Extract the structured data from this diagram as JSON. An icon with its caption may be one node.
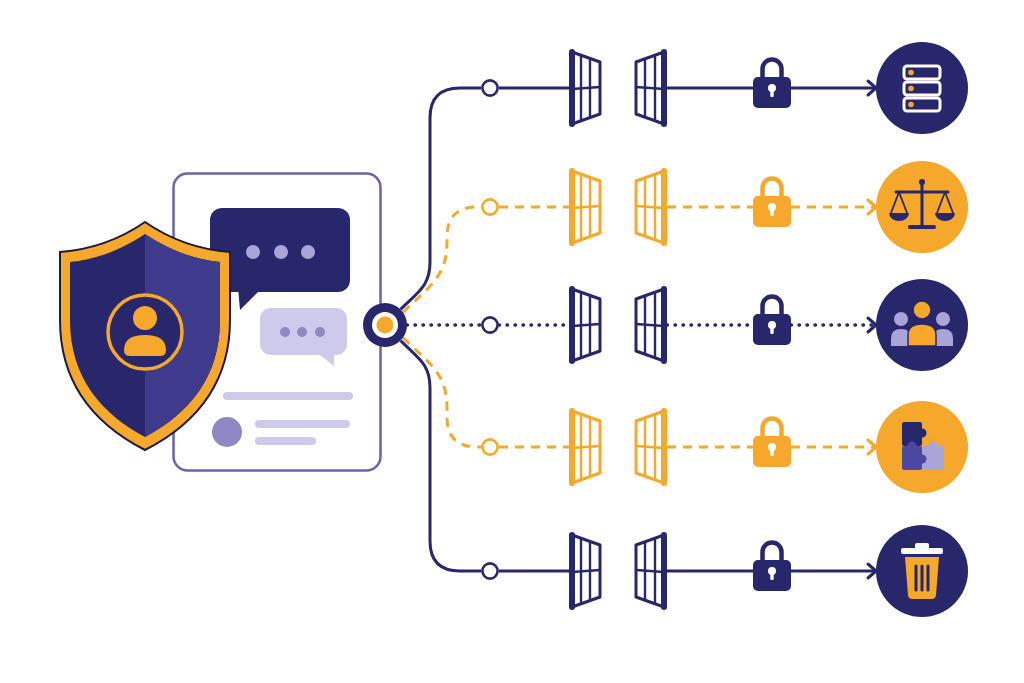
{
  "diagram": {
    "nodes": [
      {
        "text": [],
        "shape": "picture"
      },
      {
        "text": [],
        "shape": "picture"
      },
      {
        "text": [],
        "shape": "circle"
      },
      {
        "text": [],
        "shape": "circle"
      },
      {
        "text": [],
        "shape": "picture"
      },
      {
        "text": [],
        "shape": "picture"
      },
      {
        "text": [],
        "shape": "picture"
      },
      {
        "text": [],
        "shape": "circle"
      },
      {
        "text": [],
        "shape": "picture"
      },
      {
        "text": [],
        "shape": "picture"
      },
      {
        "text": [],
        "shape": "picture"
      },
      {
        "text": [],
        "shape": "circle"
      },
      {
        "text": [],
        "shape": "picture"
      },
      {
        "text": [],
        "shape": "picture"
      },
      {
        "text": [],
        "shape": "picture"
      },
      {
        "text": [],
        "shape": "circle"
      },
      {
        "text": [],
        "shape": "picture"
      },
      {
        "text": [],
        "shape": "picture"
      },
      {
        "text": [],
        "shape": "picture"
      },
      {
        "text": [],
        "shape": "circle"
      },
      {
        "text": [],
        "shape": "picture"
      },
      {
        "text": [],
        "shape": "picture"
      },
      {
        "text": [],
        "shape": "picture"
      }
    ],
    "edges": [
      {
        "from": 2,
        "to": 3,
        "arrow": "none"
      },
      {
        "from": 3,
        "to": 4,
        "arrow": "none"
      },
      {
        "from": 4,
        "to": 5,
        "arrow": "none"
      },
      {
        "from": 5,
        "to": 6,
        "arrow": "to"
      },
      {
        "from": 2,
        "to": 7,
        "arrow": "none",
        "style": "dashed",
        "color": "#f5a82b"
      },
      {
        "from": 7,
        "to": 8,
        "arrow": "none",
        "style": "dashed",
        "color": "#f5a82b"
      },
      {
        "from": 8,
        "to": 9,
        "arrow": "none",
        "style": "dashed",
        "color": "#f5a82b"
      },
      {
        "from": 9,
        "to": 10,
        "arrow": "to",
        "style": "dashed",
        "color": "#f5a82b"
      },
      {
        "from": 2,
        "to": 11,
        "arrow": "none",
        "style": "dashed"
      },
      {
        "from": 11,
        "to": 12,
        "arrow": "none",
        "style": "dashed"
      },
      {
        "from": 12,
        "to": 13,
        "arrow": "none",
        "style": "dashed"
      },
      {
        "from": 13,
        "to": 14,
        "arrow": "to",
        "style": "dashed"
      },
      {
        "from": 2,
        "to": 15,
        "arrow": "none",
        "style": "dashed",
        "color": "#f5a82b"
      },
      {
        "from": 15,
        "to": 16,
        "arrow": "none",
        "style": "dashed",
        "color": "#f5a82b"
      },
      {
        "from": 16,
        "to": 17,
        "arrow": "none",
        "style": "dashed",
        "color": "#f5a82b"
      },
      {
        "from": 17,
        "to": 18,
        "arrow": "to",
        "style": "dashed",
        "color": "#f5a82b"
      },
      {
        "from": 2,
        "to": 19,
        "arrow": "none"
      },
      {
        "from": 19,
        "to": 20,
        "arrow": "none"
      },
      {
        "from": 20,
        "to": 21,
        "arrow": "none"
      },
      {
        "from": 21,
        "to": 22,
        "arrow": "to"
      }
    ]
  }
}
